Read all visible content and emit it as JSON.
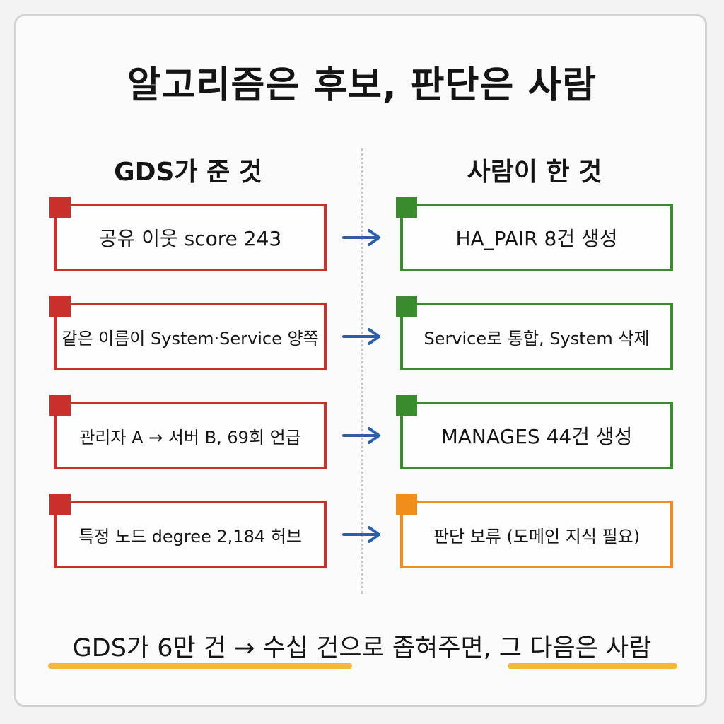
{
  "title": "알고리즘은 후보, 판단은 사람",
  "left_header": "GDS가 준 것",
  "right_header": "사람이 한 것",
  "rows": [
    {
      "left": "공유 이웃 score 243",
      "right": "HA_PAIR 8건 생성",
      "status": "done"
    },
    {
      "left": "같은 이름이 System·Service 양쪽",
      "right": "Service로 통합, System 삭제",
      "status": "done"
    },
    {
      "left": "관리자 A → 서버 B, 69회 언급",
      "right": "MANAGES 44건 생성",
      "status": "done"
    },
    {
      "left": "특정 노드 degree 2,184 허브",
      "right": "판단 보류 (도메인 지식 필요)",
      "status": "pending"
    }
  ],
  "footer": "GDS가 6만 건 → 수십 건으로 좁혀주면, 그 다음은 사람",
  "colors": {
    "left_border": "#c9302c",
    "done_border": "#3a8a2e",
    "pending_border": "#ef8e1a",
    "arrow": "#2a5ea8",
    "underline": "#f6b73c"
  }
}
